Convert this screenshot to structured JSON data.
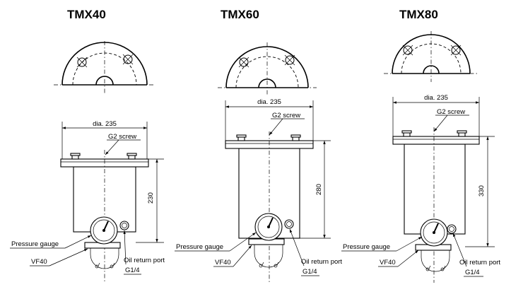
{
  "models": [
    {
      "title": "TMX40",
      "diameter_label": "dia. 235",
      "screw_label": "G2 screw",
      "height_label": "230",
      "gauge_label": "Pressure gauge",
      "valve_label": "VF40",
      "oil_return_label": "Oil return port",
      "port_thread_label": "G1/4"
    },
    {
      "title": "TMX60",
      "diameter_label": "dia. 235",
      "screw_label": "G2 screw",
      "height_label": "280",
      "gauge_label": "Pressure gauge",
      "valve_label": "VF40",
      "oil_return_label": "Oil return port",
      "port_thread_label": "G1/4"
    },
    {
      "title": "TMX80",
      "diameter_label": "dia. 235",
      "screw_label": "G2 screw",
      "height_label": "330",
      "gauge_label": "Pressure gauge",
      "valve_label": "VF40",
      "oil_return_label": "Oil return port",
      "port_thread_label": "G1/4"
    }
  ]
}
